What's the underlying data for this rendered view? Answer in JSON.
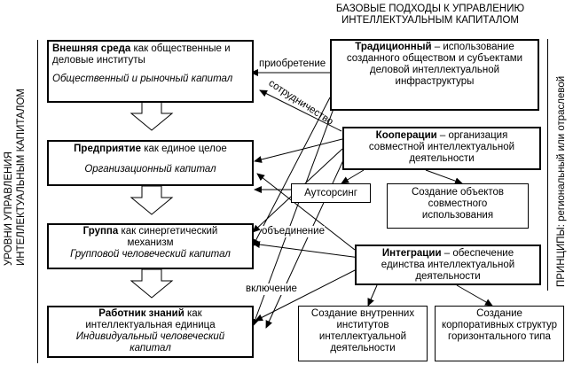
{
  "header": {
    "line1": "БАЗОВЫЕ ПОДХОДЫ К УПРАВЛЕНИЮ",
    "line2": "ИНТЕЛЛЕКТУАЛЬНЫМ КАПИТАЛОМ"
  },
  "left_axis": {
    "line1": "УРОВНИ УПРАВЛЕНИЯ",
    "line2": "ИНТЕЛЛЕКТУАЛЬНЫМ КАПИТАЛОМ"
  },
  "right_axis": {
    "label": "ПРИНЦИПЫ: региональный или отраслевой"
  },
  "levels": {
    "env": {
      "title": "Внешняя среда",
      "rest": " как общественные и деловые институты",
      "capital": "Общественный и рыночный капитал"
    },
    "ent": {
      "title": "Предприятие",
      "rest": " как единое целое",
      "capital": "Организационный капитал"
    },
    "grp": {
      "title": "Группа",
      "rest": " как синергетический механизм",
      "capital": "Групповой человеческий капитал"
    },
    "wrk": {
      "title": "Работник знаний",
      "rest": " как интеллектуальная единица",
      "capital": "Индивидуальный человеческий капитал"
    }
  },
  "approaches": {
    "trad": {
      "title": "Традиционный",
      "rest": " – использование созданного обществом и субъектами деловой интеллектуальной инфраструктуры"
    },
    "coop": {
      "title": "Кооперации",
      "rest": " – организация совместной интеллектуальной деятельности"
    },
    "integ": {
      "title": "Интеграции",
      "rest": " – обеспечение единства интеллектуальной деятельности"
    }
  },
  "sub": {
    "outsourcing": "Аутсорсинг",
    "joint_objects": "Создание объектов совместного использования",
    "internal": "Создание внутренних институтов интеллектуальной деятельности",
    "corporate": "Создание корпоративных структур горизонтального типа"
  },
  "labels": {
    "acquisition": "приобретение",
    "cooperation": "сотрудничество",
    "union": "объединение",
    "inclusion": "включение"
  }
}
